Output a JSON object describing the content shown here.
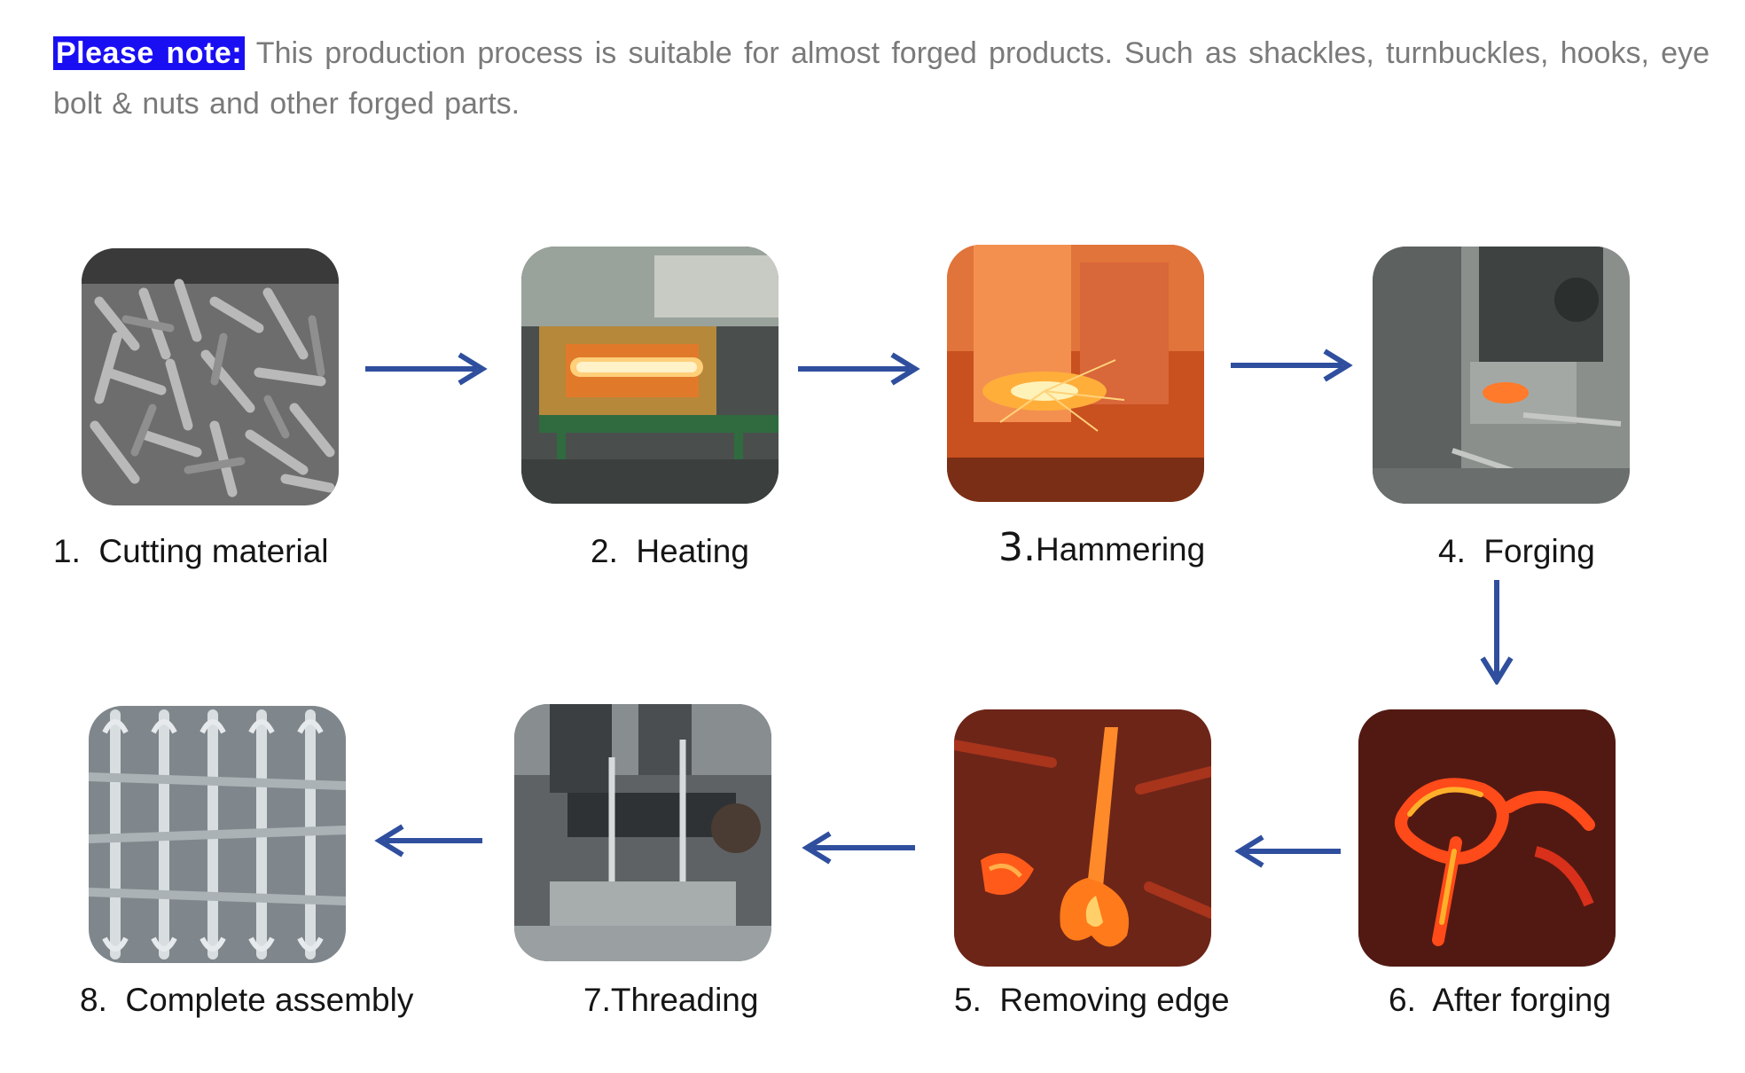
{
  "note": {
    "label": "Please note:",
    "text": " This production process is suitable for almost forged products. Such as shackles, turnbuckles, hooks, eye bolt & nuts and other forged parts."
  },
  "steps": [
    {
      "label": "1.  Cutting material"
    },
    {
      "label": "2.  Heating"
    },
    {
      "number": "3.",
      "label": "Hammering"
    },
    {
      "label": "4.  Forging"
    },
    {
      "label": "5.  Removing edge"
    },
    {
      "label": "6.  After forging"
    },
    {
      "label": "7.Threading"
    },
    {
      "label": "8.  Complete assembly"
    }
  ],
  "colors": {
    "arrow": "#2f4f9e",
    "highlight": "#1a0ff2",
    "note_text": "#7a7a7a",
    "hot_metal": "#ff6a1a"
  },
  "icons": [
    "arrow-right-icon",
    "arrow-down-icon",
    "arrow-left-icon"
  ]
}
